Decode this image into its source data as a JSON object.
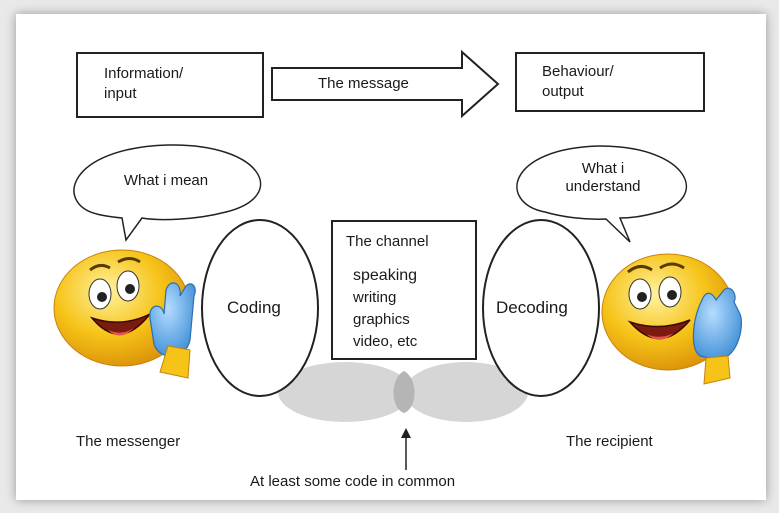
{
  "input_box": {
    "line1": "Information/",
    "line2": "input"
  },
  "arrow_label": "The message",
  "output_box": {
    "line1": "Behaviour/",
    "line2": "output"
  },
  "sender_bubble": "What i mean",
  "receiver_bubble": {
    "line1": "What i",
    "line2": "understand"
  },
  "coding_label": "Coding",
  "decoding_label": "Decoding",
  "channel": {
    "title": "The channel",
    "items": [
      "speaking",
      "writing",
      "graphics",
      "video, etc"
    ]
  },
  "messenger_label": "The messenger",
  "recipient_label": "The recipient",
  "common_code_label": "At least some code in common",
  "colors": {
    "face_yellow": "#f6c419",
    "glove_blue": "#5aa6e8",
    "venn_gray": "#d6d6d6",
    "venn_overlap": "#aaaaaa"
  }
}
